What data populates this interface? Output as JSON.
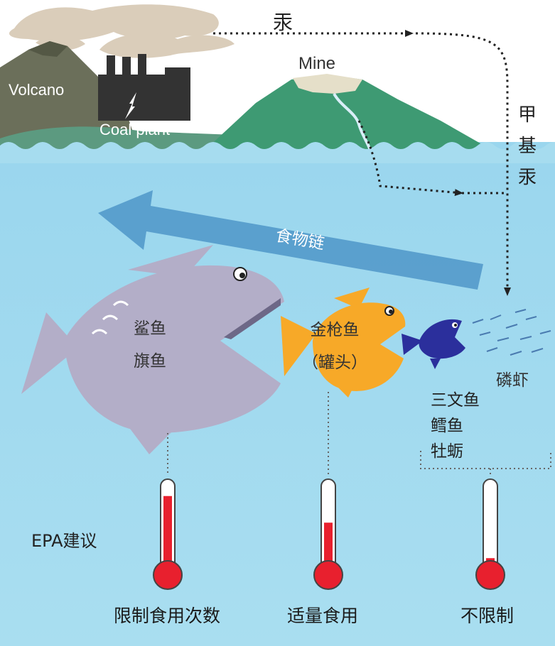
{
  "labels": {
    "mercury": "汞",
    "methylmercury": [
      "甲",
      "基",
      "汞"
    ],
    "volcano": "Volcano",
    "coal_plant": "Coal plant",
    "mine": "Mine",
    "food_chain": "食物链",
    "shark_group": [
      "鲨鱼",
      "旗鱼"
    ],
    "tuna_group": [
      "金枪鱼",
      "（罐头）"
    ],
    "krill": "磷虾",
    "small_fish_group": [
      "三文鱼",
      "鳕鱼",
      "牡蛎"
    ],
    "epa": "EPA建议"
  },
  "advice": [
    {
      "label": "限制食用次数",
      "level": 0.85
    },
    {
      "label": "适量食用",
      "level": 0.55
    },
    {
      "label": "不限制",
      "level": 0.15
    }
  ],
  "colors": {
    "sky": "#ffffff",
    "water": "#a6dcef",
    "arrow": "#4f97c8",
    "mercury_red": "#e8202e",
    "shark": "#b3aec8",
    "tuna": "#f7a928",
    "small_fish": "#2b2f9c",
    "mountain": "#3e9a73",
    "volcano": "#6b6f5a",
    "factory": "#333333"
  }
}
